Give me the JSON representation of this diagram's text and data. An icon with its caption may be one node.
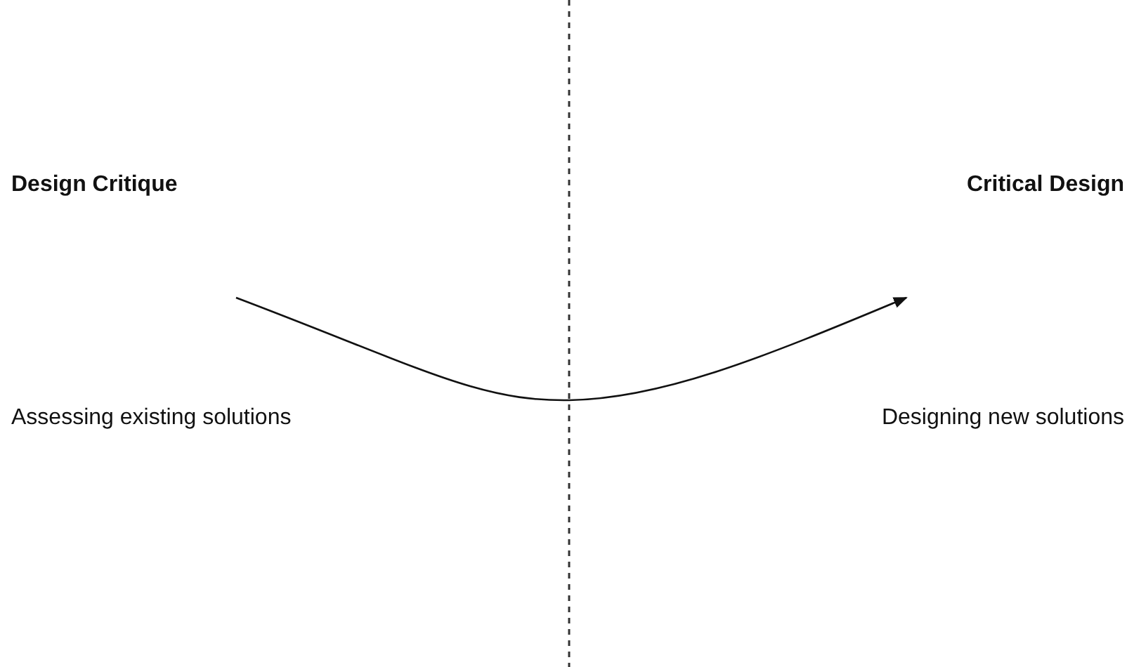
{
  "diagram": {
    "labels": [
      "Design Critique",
      "Critical Design",
      "Assessing existing solutions",
      "Designing new solutions"
    ]
  }
}
